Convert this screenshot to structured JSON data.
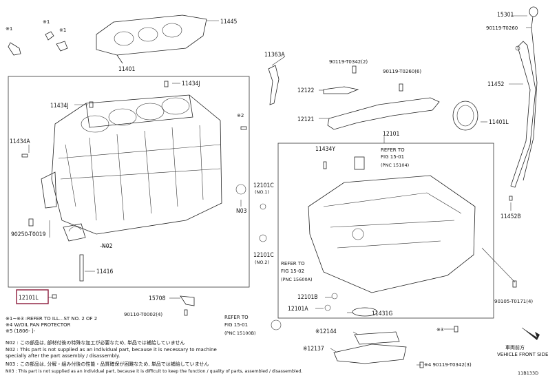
{
  "labels": {
    "p11445": "11445",
    "p11401": "11401",
    "p11434J": "11434J",
    "p11434J_b": "11434J",
    "p11434A": "11434A",
    "p90250": "90250-T0019",
    "pN02": "N02",
    "p11416": "11416",
    "p12101L": "12101L",
    "pN03": "N03",
    "p15708": "15708",
    "p90110": "90110-T0002(4)",
    "x1_a": "※1",
    "x1_b": "※1",
    "x1_c": "※1",
    "x2_a": "※2",
    "p11363A": "11363A",
    "p90119_342": "90119-T0342(2)",
    "p90119_260_6": "90119-T0260(6)",
    "p12122": "12122",
    "p12121": "12121",
    "p12101": "12101",
    "p11434Y": "11434Y",
    "refer1": "REFER TO",
    "refer1b": "FIG 15-01",
    "refer1c": "(PNC 15104)",
    "p12101C_1": "12101C",
    "p12101C_1n": "(NO.1)",
    "p12101C_2": "12101C",
    "p12101C_2n": "(NO.2)",
    "refer2": "REFER TO",
    "refer2b": "FIG 15-02",
    "refer2c": "(PNC 15600A)",
    "p12101B": "12101B",
    "p12101A": "12101A",
    "p11431G": "11431G",
    "refer3": "REFER TO",
    "refer3b": "FIG 15-01",
    "refer3c": "(PNC 15100B)",
    "p12144": "※12144",
    "p12137": "※12137",
    "p90119_342_3": "※4 90119-T0342(3)",
    "x3": "※3",
    "p15301": "15301",
    "p90119_260": "90119-T0260",
    "p11452": "11452",
    "p11401L": "11401L",
    "p11452B": "11452B",
    "p90105": "90105-T0171(4)",
    "front_jp": "車両前方",
    "front_en": "VEHICLE FRONT SIDE",
    "fig_id": "11B133D"
  },
  "notes": [
    "※1~※3 :REFER TO ILL...ST NO. 2 OF 2",
    "※4 W/OIL PAN PROTECTOR",
    "※5 (1806-    ]-",
    "N02 : この部品は, 部材付後の特殊な加工が必要なため, 単品では補給していません",
    "N02 : This part is not supplied as an individual part, because it is necessary to machine",
    "       specially after the part assembly / disassembly.",
    "N03 : この部品は, 分解・組み付後の性能・品質確保が困難なため, 単品では補給していません",
    "N03 : This part is not supplied as an individual part, because it is difficult to keep the function / quality of parts, assembled / disassembled."
  ]
}
